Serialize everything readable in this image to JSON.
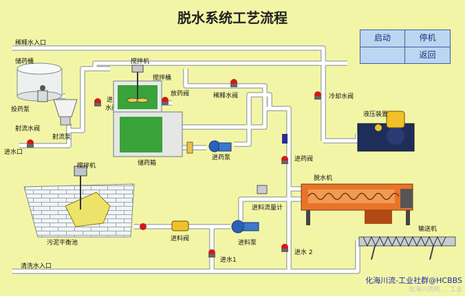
{
  "title": "脱水系统工艺流程",
  "controls": {
    "start": "启动",
    "stop": "停机",
    "return": "返回"
  },
  "labels": {
    "dilute_inlet": "稀释水入口",
    "chem_barrel": "储药桶",
    "dosing_pump": "投药泵",
    "jet_valve": "射流水阀",
    "jet_pump": "射流泵",
    "water_inlet": "进水口",
    "inlet_valve_top": "进",
    "inlet_valve_bottom": "水阀",
    "mixer_top": "搅拌机",
    "mixer_barrel": "搅拌桶",
    "discharge_valve": "放药阀",
    "storage_tank": "储药箱",
    "dilute_valve": "稀释水阀",
    "cooling_valve": "冷却水阀",
    "feed_pump_1": "进药泵",
    "feed_valve": "进药阀",
    "hydraulic": "液压装置",
    "dewater": "脱水机",
    "flowmeter": "进料流量计",
    "mixer_bottom": "搅拌机",
    "sludge_tank": "污泥平衡池",
    "feed_valve_sludge": "进料阀",
    "feed_pump_sludge": "进料泵",
    "water_in_1": "进水1",
    "water_in_2": "进水 2",
    "conveyor": "输送机",
    "wash_inlet": "清洗水入口",
    "watermark": "化海川流-工业社群@HCBBS",
    "watermark_ghost": "化海川流网 … 工业"
  },
  "colors": {
    "background": "#f3f5a6",
    "pipe": "#ffffff",
    "tank_green": "#3aa33a",
    "machine_orange": "#e8742a",
    "valve_red": "#d11a1a",
    "control_panel": "#bcd5f0"
  }
}
